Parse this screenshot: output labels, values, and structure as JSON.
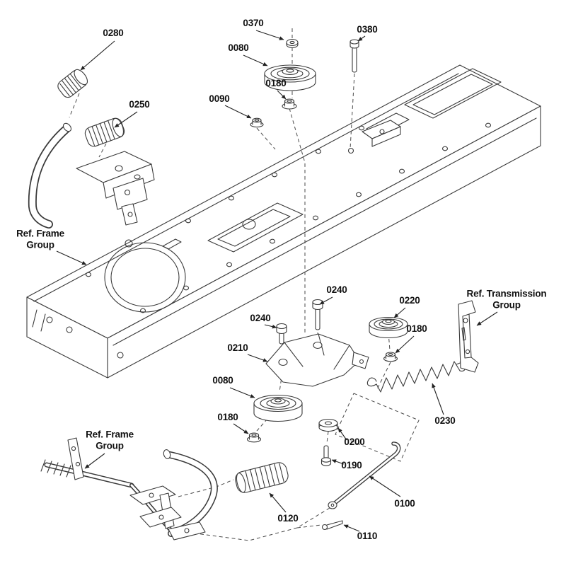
{
  "diagram": {
    "background_color": "#ffffff",
    "line_color": "#3a3a3a",
    "label_color": "#111111"
  },
  "callouts": {
    "c0280": "0280",
    "c0370": "0370",
    "c0080_top": "0080",
    "c0380": "0380",
    "c0180_top": "0180",
    "c0090": "0090",
    "c0250": "0250",
    "c0240_right": "0240",
    "c0240_left": "0240",
    "c0220": "0220",
    "c0180_mid": "0180",
    "c0210": "0210",
    "c0080_lower": "0080",
    "c0230": "0230",
    "c0180_lower": "0180",
    "c0200": "0200",
    "c0190": "0190",
    "c0100": "0100",
    "c0120": "0120",
    "c0110": "0110"
  },
  "group_labels": {
    "frame_upper": {
      "line1": "Ref. Frame",
      "line2": "Group"
    },
    "transmission": {
      "line1": "Ref. Transmission",
      "line2": "Group"
    },
    "frame_lower": {
      "line1": "Ref. Frame",
      "line2": "Group"
    }
  }
}
